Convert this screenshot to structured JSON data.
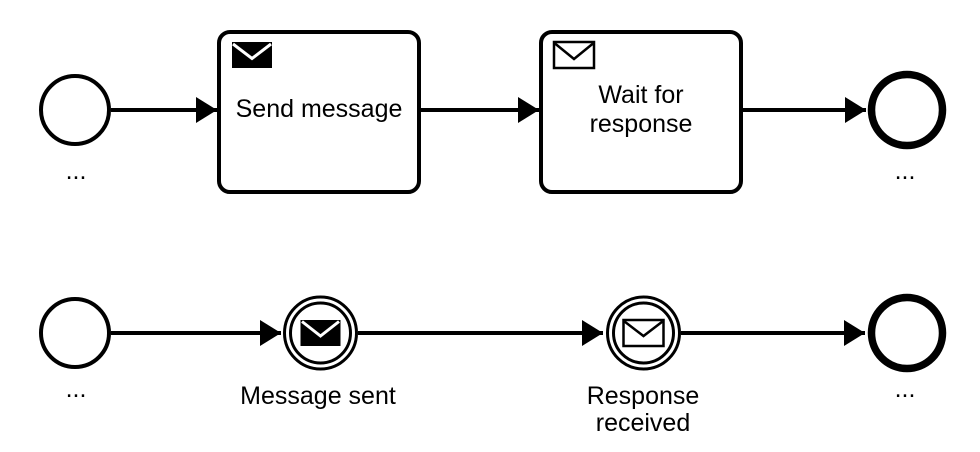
{
  "canvas": {
    "background_color": "#ffffff",
    "shape_fill_color": "#ffffff",
    "stroke_color": "#000000",
    "text_color": "#000000"
  },
  "top_flow": {
    "start_event": {
      "label": "..."
    },
    "send_message_task": {
      "label": "Send message",
      "icon": "message-send-icon"
    },
    "wait_for_response_task": {
      "label_line1": "Wait for",
      "label_line2": "response",
      "icon": "message-receive-icon"
    },
    "end_event": {
      "label": "..."
    }
  },
  "bottom_flow": {
    "start_event": {
      "label": "..."
    },
    "message_sent_event": {
      "label": "Message sent",
      "icon": "message-send-icon"
    },
    "response_received_event": {
      "label_line1": "Response",
      "label_line2": "received",
      "icon": "message-receive-icon"
    },
    "end_event": {
      "label": "..."
    }
  }
}
